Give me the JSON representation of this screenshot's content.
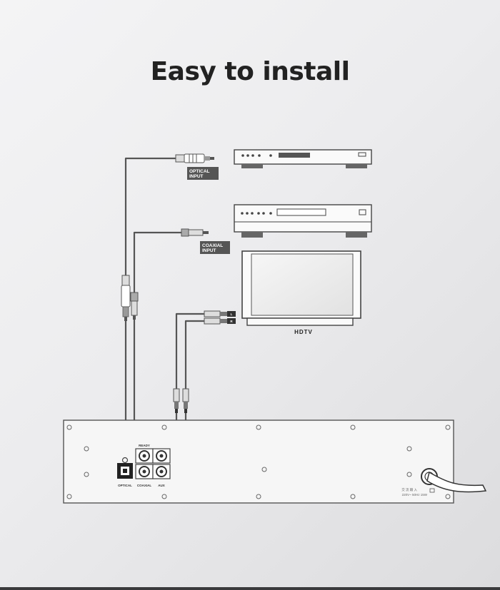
{
  "title": "Easy to install",
  "labels": {
    "optical_input": [
      "OPTICAL",
      "INPUT"
    ],
    "coaxial_input": [
      "COAXIAL",
      "INPUT"
    ],
    "hdtv": "HDTV",
    "ready": "READY",
    "optical": "OPTICAL",
    "coaxial": "COAXIAL",
    "aux": "AUX",
    "aux_l": "L",
    "aux_r": "R",
    "power_spec_line1": "交 流 输 入",
    "power_spec_line2": "220V~ 50Hz 15W"
  }
}
